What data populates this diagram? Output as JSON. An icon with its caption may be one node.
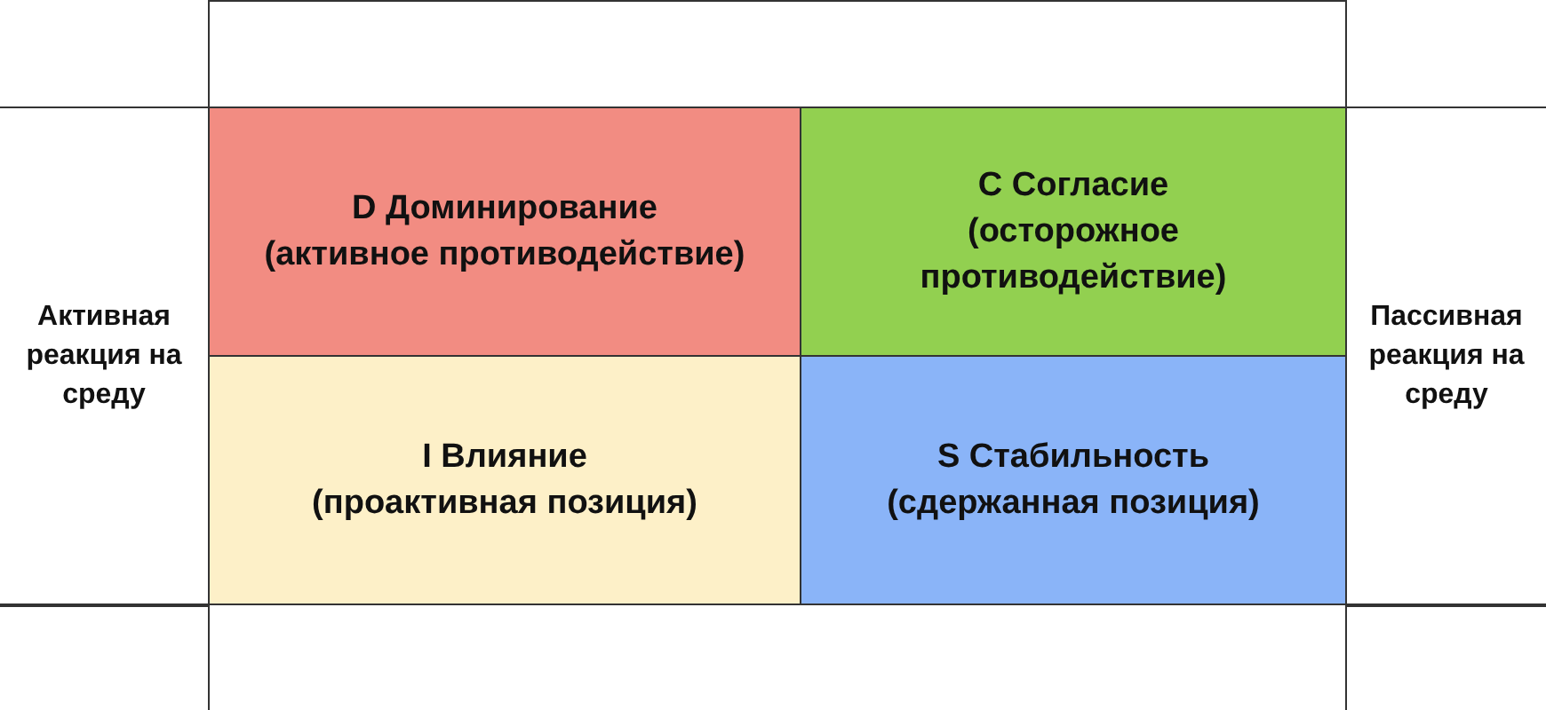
{
  "diagram": {
    "nodes": [
      {
        "text": [],
        "shape": "box"
      },
      {
        "text": [
          "Активная реакция на среду"
        ]
      },
      {
        "text": [
          "D Доминирование",
          "(активное противодействие)"
        ]
      },
      {
        "text": [
          "C Согласие",
          "(осторожное противодействие)"
        ]
      },
      {
        "text": [
          "Пассивная реакция на среду"
        ]
      },
      {
        "text": [
          "I Влияние",
          "(проактивная позиция)"
        ]
      },
      {
        "text": [
          "S Стабильность",
          "(сдержанная позиция)"
        ]
      },
      {
        "text": [],
        "shape": "box"
      }
    ],
    "edges": []
  }
}
